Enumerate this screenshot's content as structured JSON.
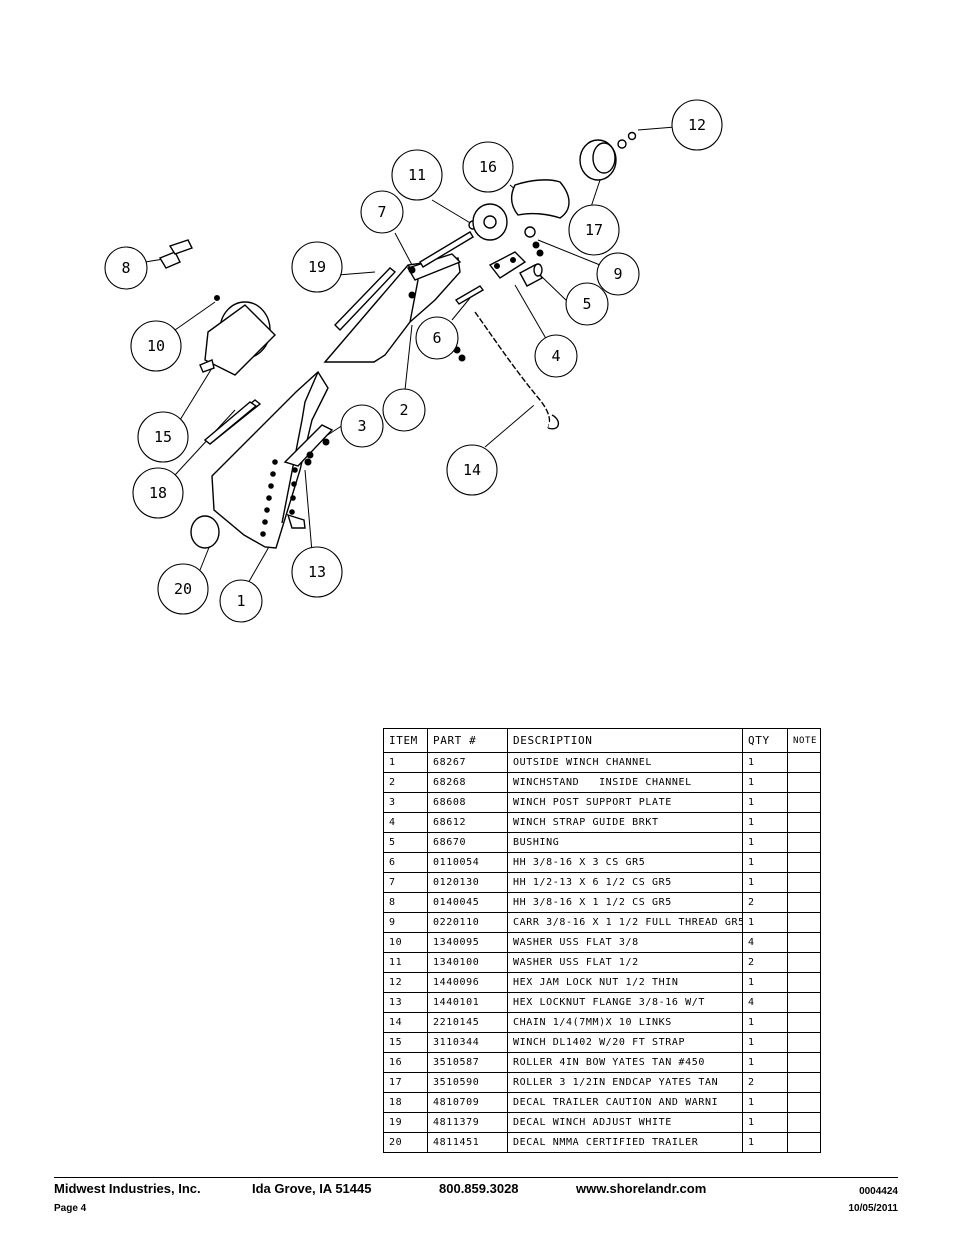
{
  "balloons": [
    "1",
    "2",
    "3",
    "4",
    "5",
    "6",
    "7",
    "8",
    "9",
    "10",
    "11",
    "12",
    "13",
    "14",
    "15",
    "16",
    "17",
    "18",
    "19",
    "20"
  ],
  "table": {
    "headers": [
      "ITEM",
      "PART #",
      "DESCRIPTION",
      "QTY",
      "NOTE"
    ],
    "rows": [
      [
        "1",
        "68267",
        "OUTSIDE WINCH CHANNEL",
        "1",
        ""
      ],
      [
        "2",
        "68268",
        "WINCHSTAND   INSIDE CHANNEL",
        "1",
        ""
      ],
      [
        "3",
        "68608",
        "WINCH POST SUPPORT PLATE",
        "1",
        ""
      ],
      [
        "4",
        "68612",
        "WINCH STRAP GUIDE BRKT",
        "1",
        ""
      ],
      [
        "5",
        "68670",
        "BUSHING",
        "1",
        ""
      ],
      [
        "6",
        "0110054",
        "HH 3/8-16 X 3 CS GR5",
        "1",
        ""
      ],
      [
        "7",
        "0120130",
        "HH 1/2-13 X 6 1/2 CS GR5",
        "1",
        ""
      ],
      [
        "8",
        "0140045",
        "HH 3/8-16 X 1 1/2 CS GR5",
        "2",
        ""
      ],
      [
        "9",
        "0220110",
        "CARR 3/8-16 X 1 1/2 FULL THREAD GR5",
        "1",
        ""
      ],
      [
        "10",
        "1340095",
        "WASHER USS FLAT 3/8",
        "4",
        ""
      ],
      [
        "11",
        "1340100",
        "WASHER USS FLAT 1/2",
        "2",
        ""
      ],
      [
        "12",
        "1440096",
        "HEX JAM LOCK NUT 1/2 THIN",
        "1",
        ""
      ],
      [
        "13",
        "1440101",
        "HEX LOCKNUT FLANGE 3/8-16 W/T",
        "4",
        ""
      ],
      [
        "14",
        "2210145",
        "CHAIN 1/4(7MM)X 10 LINKS",
        "1",
        ""
      ],
      [
        "15",
        "3110344",
        "WINCH DL1402 W/20 FT STRAP",
        "1",
        ""
      ],
      [
        "16",
        "3510587",
        "ROLLER 4IN BOW YATES TAN #450",
        "1",
        ""
      ],
      [
        "17",
        "3510590",
        "ROLLER 3 1/2IN ENDCAP YATES TAN",
        "2",
        ""
      ],
      [
        "18",
        "4810709",
        "DECAL TRAILER CAUTION AND WARNI",
        "1",
        ""
      ],
      [
        "19",
        "4811379",
        "DECAL WINCH ADJUST WHITE",
        "1",
        ""
      ],
      [
        "20",
        "4811451",
        "DECAL NMMA CERTIFIED TRAILER",
        "1",
        ""
      ]
    ]
  },
  "footer": {
    "company": "Midwest Industries, Inc.",
    "location": "Ida Grove, IA  51445",
    "phone": "800.859.3028",
    "website": "www.shorelandr.com",
    "doc_number": "0004424",
    "page": "Page 4",
    "date": "10/05/2011"
  }
}
